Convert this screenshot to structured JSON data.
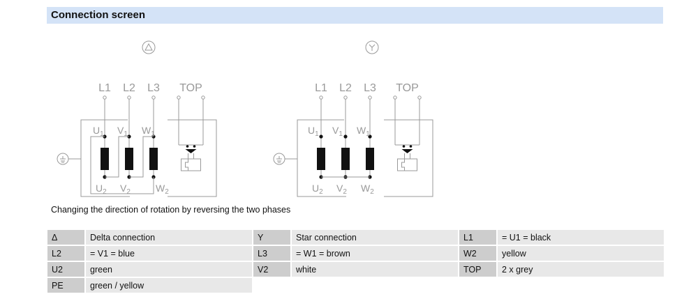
{
  "header": {
    "title": "Connection screen"
  },
  "diagrams": {
    "delta": {
      "symbol": "△",
      "lines": [
        "L1",
        "L2",
        "L3"
      ],
      "top": "TOP",
      "terminals_top": [
        "U",
        "V",
        "W"
      ],
      "terminals_bottom": [
        "U",
        "V",
        "W"
      ],
      "sub_top": "1",
      "sub_bottom": "2"
    },
    "star": {
      "symbol": "Y",
      "lines": [
        "L1",
        "L2",
        "L3"
      ],
      "top": "TOP",
      "terminals_top": [
        "U",
        "V",
        "W"
      ],
      "terminals_bottom": [
        "U",
        "V",
        "W"
      ],
      "sub_top": "1",
      "sub_bottom": "2"
    }
  },
  "caption": "Changing the direction of rotation by reversing the two phases",
  "legend": [
    [
      {
        "k": "Δ",
        "v": "Delta connection"
      },
      {
        "k": "Y",
        "v": "Star connection"
      },
      {
        "k": "L1",
        "v": "= U1 = black"
      }
    ],
    [
      {
        "k": "L2",
        "v": "= V1 = blue"
      },
      {
        "k": "L3",
        "v": "= W1 = brown"
      },
      {
        "k": "W2",
        "v": "yellow"
      }
    ],
    [
      {
        "k": "U2",
        "v": "green"
      },
      {
        "k": "V2",
        "v": "white"
      },
      {
        "k": "TOP",
        "v": "2 x grey"
      }
    ],
    [
      {
        "k": "PE",
        "v": "green / yellow"
      }
    ]
  ]
}
